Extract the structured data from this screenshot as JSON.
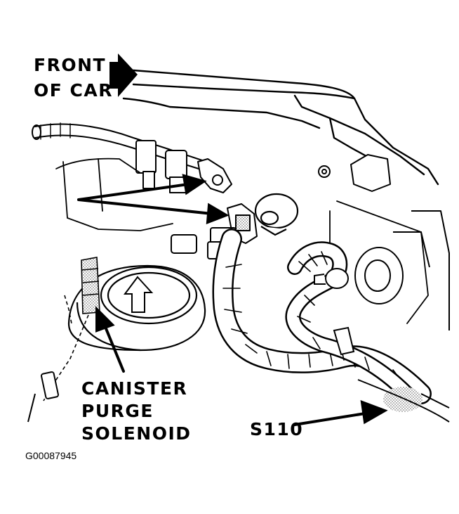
{
  "labels": {
    "front_line1": "FRONT",
    "front_line2": "OF CAR",
    "component_line1": "CANISTER",
    "component_line2": "PURGE",
    "component_line3": "SOLENOID",
    "splice": "S110",
    "figure_id": "G00087945"
  },
  "colors": {
    "ink": "#000000",
    "paper": "#ffffff",
    "shade": "#bdbdbd"
  }
}
